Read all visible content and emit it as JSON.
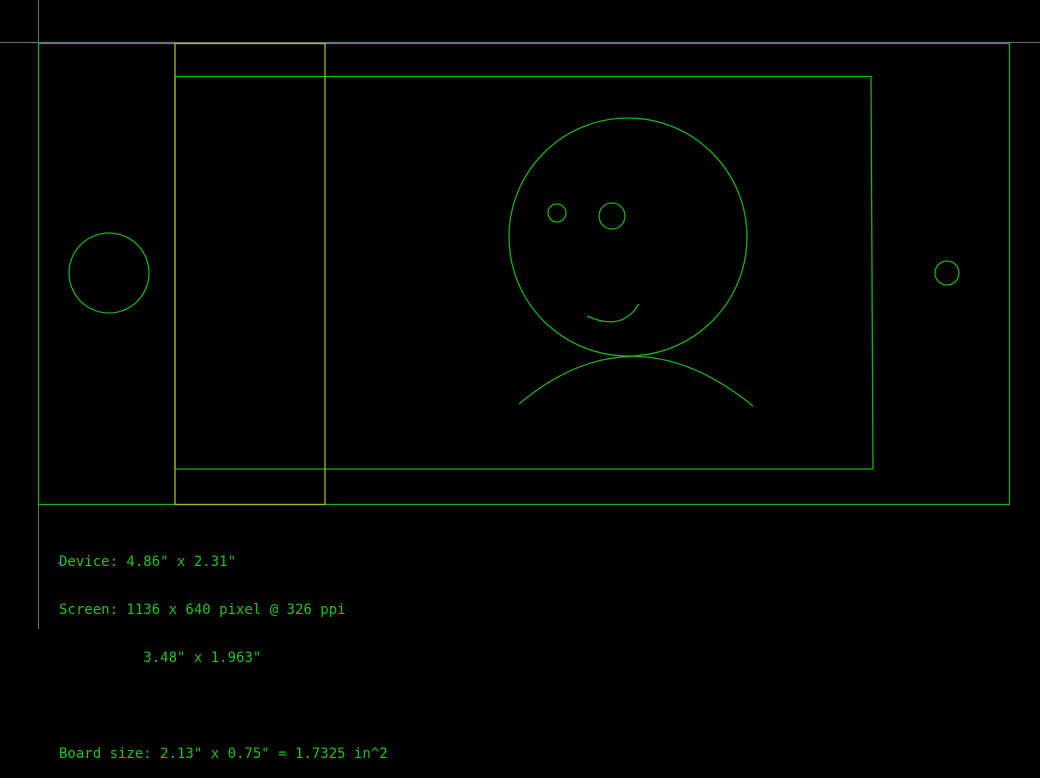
{
  "colors": {
    "background": "#000000",
    "outline": "#19b019",
    "highlight": "#a3b81c",
    "crosshair": "#6e6e6e",
    "text": "#1fc11f",
    "origin": "#2a3dff"
  },
  "annotations": {
    "device": "Device: 4.86\" x 2.31\"",
    "screen": "Screen: 1136 x 640 pixel @ 326 ppi",
    "screen_inches": "          3.48\" x 1.963\"",
    "board": "Board size: 2.13\" x 0.75\" = 1.7325 in^2"
  }
}
